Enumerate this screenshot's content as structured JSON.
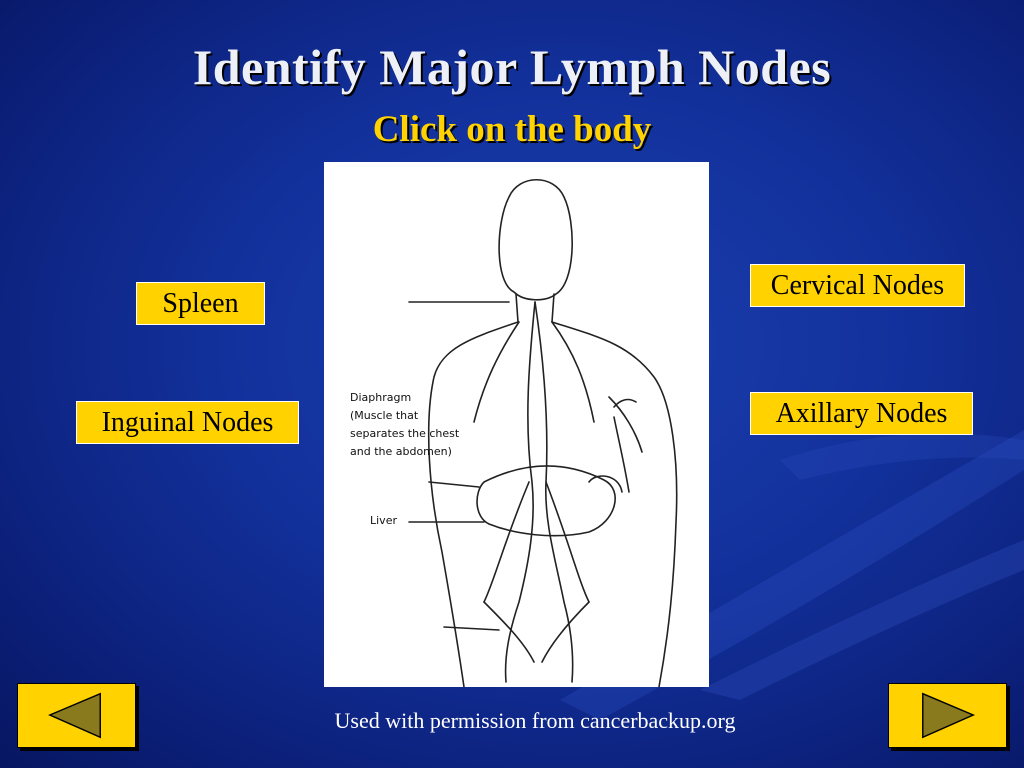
{
  "slide": {
    "title": "Identify Major Lymph Nodes",
    "subtitle": "Click on the body"
  },
  "diagram": {
    "labels": {
      "diaphragm": [
        "Diaphragm",
        "(Muscle that",
        "separates the chest",
        "and the abdomen)"
      ],
      "liver": "Liver"
    }
  },
  "buttons": {
    "spleen": "Spleen",
    "inguinal": "Inguinal Nodes",
    "cervical": "Cervical Nodes",
    "axillary": "Axillary Nodes"
  },
  "navigation": {
    "prev_icon": "triangle-left-icon",
    "next_icon": "triangle-right-icon"
  },
  "footer": {
    "credit": "Used with permission from cancerbackup.org"
  },
  "colors": {
    "background": "#12309a",
    "title": "#eef0f8",
    "accent": "#ffd200",
    "nav_arrow": "#8a7a1e"
  }
}
